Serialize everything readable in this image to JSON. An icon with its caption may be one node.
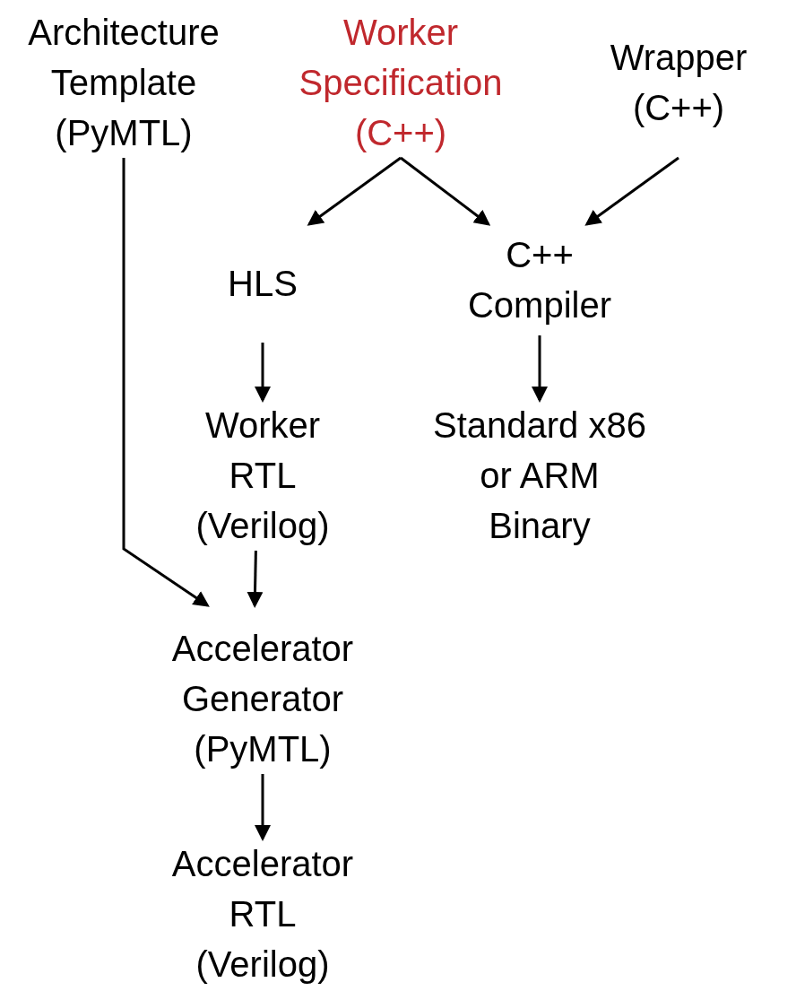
{
  "diagram": {
    "nodes": [
      {
        "text": [
          "Architecture Template (PyMTL)"
        ]
      },
      {
        "text": [
          "Worker Specification (C++)"
        ]
      },
      {
        "text": [
          "Wrapper (C++)"
        ]
      },
      {
        "text": [
          "HLS"
        ]
      },
      {
        "text": [
          "C++ Compiler"
        ]
      },
      {
        "text": [
          "Worker RTL (Verilog)"
        ]
      },
      {
        "text": [
          "Standard x86 or ARM Binary"
        ]
      },
      {
        "text": [
          "Accelerator Generator (PyMTL)"
        ]
      },
      {
        "text": [
          "Accelerator RTL (Verilog)"
        ]
      }
    ],
    "edges": [
      {
        "from": 1,
        "to": 3,
        "arrow": "to"
      },
      {
        "from": 1,
        "to": 4,
        "arrow": "to"
      },
      {
        "from": 2,
        "to": 4,
        "arrow": "to"
      },
      {
        "from": 3,
        "to": 5,
        "arrow": "to"
      },
      {
        "from": 4,
        "to": 6,
        "arrow": "to"
      },
      {
        "from": 0,
        "to": 7,
        "arrow": "to"
      },
      {
        "from": 5,
        "to": 7,
        "arrow": "to"
      },
      {
        "from": 7,
        "to": 8,
        "arrow": "to"
      }
    ]
  }
}
